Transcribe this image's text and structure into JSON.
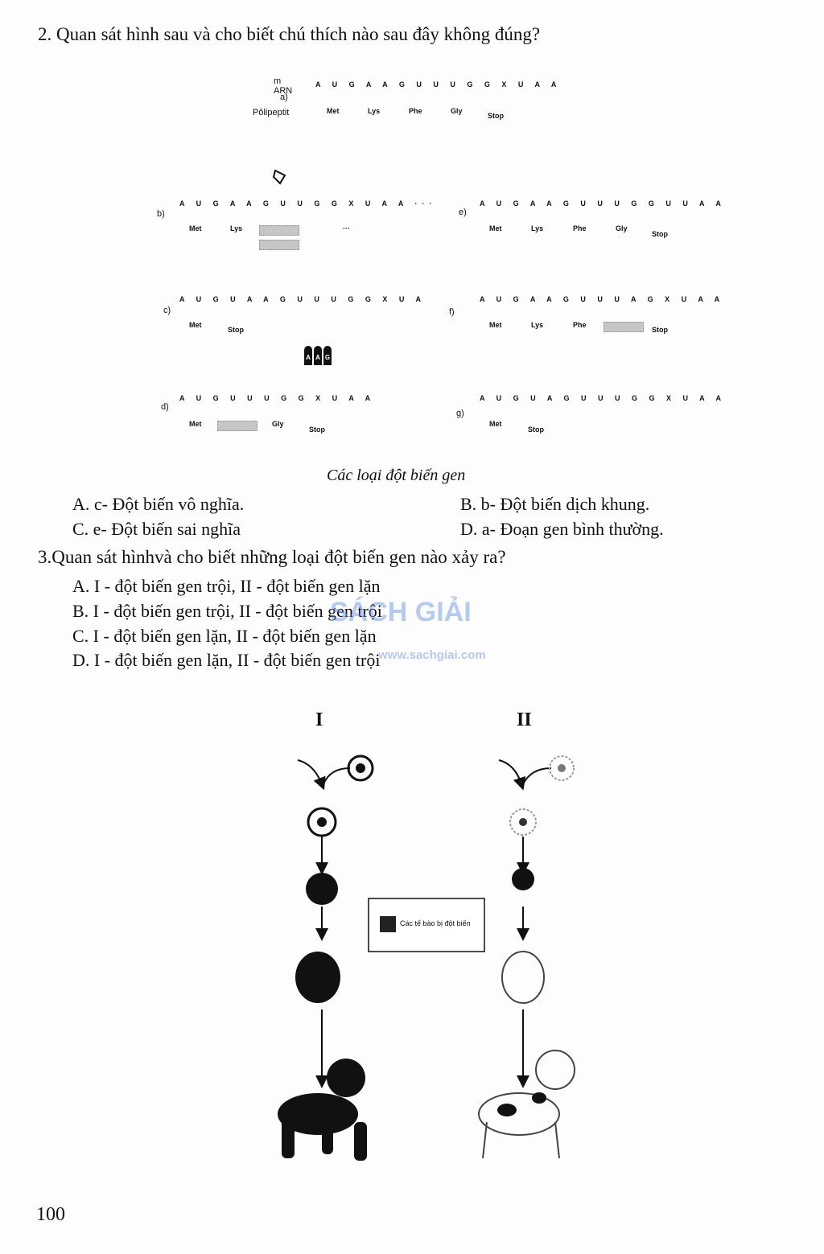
{
  "q2": {
    "text": "2. Quan sát hình sau và cho biết chú thích nào sau đây không đúng?",
    "figure": {
      "a": {
        "label": "a)",
        "mrna_label": "m ARN",
        "poly_label": "Pôlipeptit",
        "sequence": "A U G A A G U U U G G X U A A",
        "aminos": [
          "Met",
          "Lys",
          "Phe",
          "Gly",
          "Stop"
        ]
      },
      "b": {
        "label": "b)",
        "sequence": "A U G A A G U U G G X U A A ···",
        "aminos": [
          "Met",
          "Lys",
          "···"
        ]
      },
      "c": {
        "label": "c)",
        "sequence": "A U G U A A G U U U G G X U A",
        "aminos": [
          "Met",
          "Stop"
        ]
      },
      "d": {
        "label": "d)",
        "sequence": "A U G U U U G G X U A A",
        "aminos": [
          "Met",
          "Gly",
          "Stop"
        ],
        "removed": [
          "A",
          "A",
          "G"
        ]
      },
      "e": {
        "label": "e)",
        "sequence": "A U G A A G U U U G G U U A A",
        "aminos": [
          "Met",
          "Lys",
          "Phe",
          "Gly",
          "Stop"
        ]
      },
      "f": {
        "label": "f)",
        "sequence": "A U G A A G U U U A G X U A A",
        "aminos": [
          "Met",
          "Lys",
          "Phe",
          "Stop"
        ]
      },
      "g": {
        "label": "g)",
        "sequence": "A U G U A G U U U G G X U A A",
        "aminos": [
          "Met",
          "Stop"
        ]
      }
    },
    "caption": "Các loại đột biến gen",
    "options": {
      "A": "A. c- Đột biến vô nghĩa.",
      "B": "B. b- Đột biến dịch khung.",
      "C": "C. e- Đột biến sai nghĩa",
      "D": "D. a- Đoạn gen bình thường."
    }
  },
  "q3": {
    "text": "3.Quan sát hìnhvà cho biết những loại đột biến gen nào xảy ra?",
    "options": {
      "A": "A. I - đột biến gen trội, II - đột biến gen lặn",
      "B": "B. I - đột biến gen trội, II - đột biến gen trội",
      "C": "C. I - đột biến gen lặn, II - đột biến gen lặn",
      "D": "D. I - đột biến gen lặn, II - đột biến gen trội"
    },
    "figure": {
      "left_label": "I",
      "right_label": "II",
      "legend": "Các tế bào bị đột biến"
    }
  },
  "watermark": {
    "brand": "SÁCH GIẢI",
    "url": "www.sachgiai.com"
  },
  "page_number": "100"
}
